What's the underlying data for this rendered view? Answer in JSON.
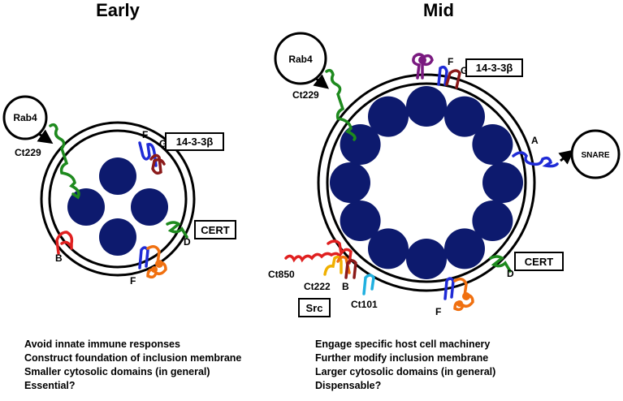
{
  "early": {
    "title": "Early",
    "rab4": "Rab4",
    "ct229": "Ct229",
    "f1": "F",
    "g": "G",
    "protein_1433b": "14-3-3β",
    "cert": "CERT",
    "d": "D",
    "b": "B",
    "f2": "F",
    "notes": [
      "Avoid innate immune responses",
      "Construct foundation of inclusion membrane",
      "Smaller cytosolic domains (in general)",
      "Essential?"
    ]
  },
  "mid": {
    "title": "Mid",
    "rab4": "Rab4",
    "ct229": "Ct229",
    "f1": "F",
    "g": "G",
    "protein_1433b": "14-3-3β",
    "a": "A",
    "snare": "SNARE",
    "cert": "CERT",
    "d": "D",
    "f2": "F",
    "ct850": "Ct850",
    "ct222": "Ct222",
    "b": "B",
    "ct101": "Ct101",
    "src": "Src",
    "notes": [
      "Engage specific host cell machinery",
      "Further modify inclusion membrane",
      "Larger cytosolic domains (in general)",
      "Dispensable?"
    ]
  },
  "colors": {
    "body": "#0d1a6e",
    "green": "#1e8a1e",
    "blue": "#1f2bd6",
    "maroon": "#8b1a1a",
    "purple": "#7a1a80",
    "red": "#e02020",
    "orange": "#f07010",
    "yellow": "#f0b000",
    "cyan": "#20b0e0"
  }
}
